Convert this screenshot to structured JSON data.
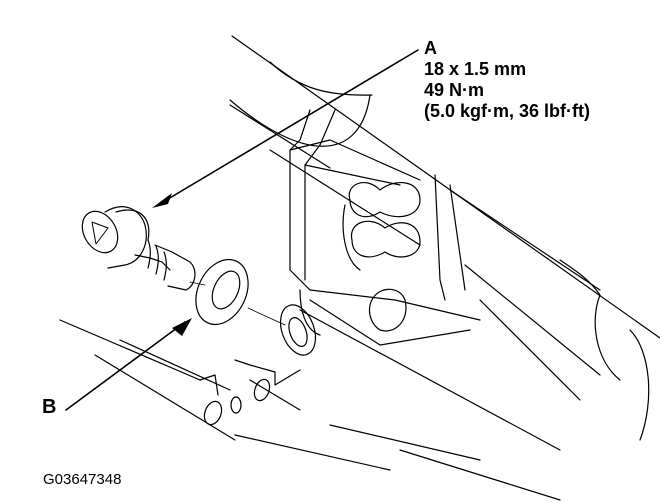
{
  "diagram": {
    "type": "exploded-view service illustration",
    "subject": "Drain plug and sealing washer on transmission/engine case",
    "callouts": [
      {
        "letter": "A",
        "part": "drain plug bolt",
        "lines": [
          "A",
          "18 x 1.5 mm",
          "49 N·m",
          "(5.0 kgf·m, 36 lbf·ft)"
        ]
      },
      {
        "letter": "B",
        "part": "sealing washer",
        "lines": [
          "B"
        ]
      }
    ],
    "figure_id": "G03647348"
  },
  "colors": {
    "line": "#000000",
    "background": "#ffffff"
  }
}
